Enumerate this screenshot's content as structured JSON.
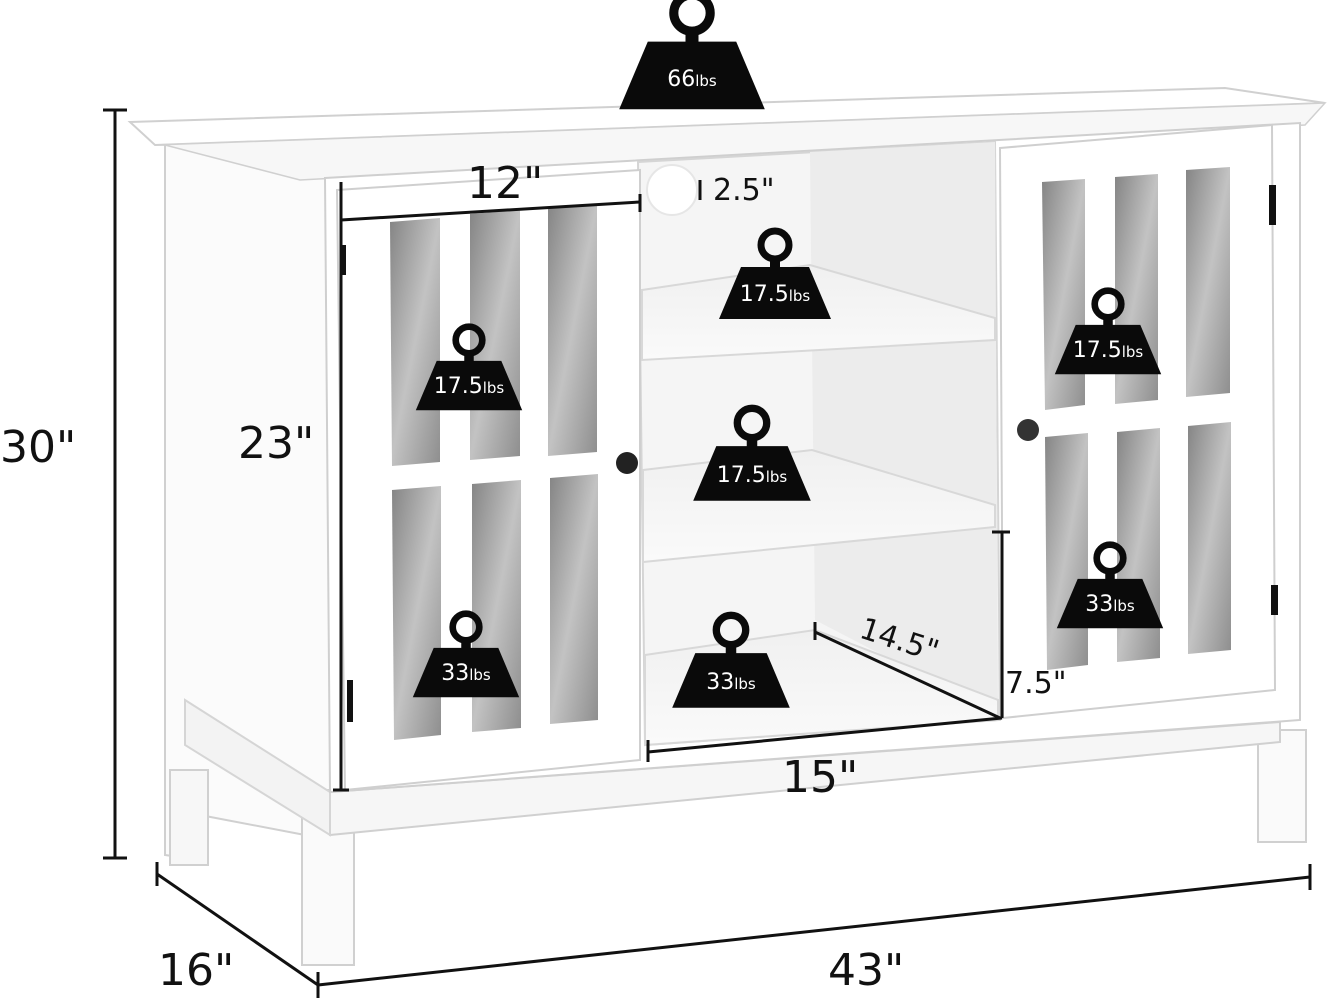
{
  "dimensions": {
    "height_total": "30\"",
    "height_cabinet": "23\"",
    "width_total": "43\"",
    "depth_total": "16\"",
    "cabinet_width": "12\"",
    "cable_hole": "2.5\"",
    "shelf_width": "15\"",
    "shelf_depth": "14.5\"",
    "shelf_height": "7.5\""
  },
  "weights": {
    "top": {
      "num": "66",
      "unit": "lbs"
    },
    "shelf_top": {
      "num": "17.5",
      "unit": "lbs"
    },
    "shelf_middle": {
      "num": "17.5",
      "unit": "lbs"
    },
    "shelf_bottom": {
      "num": "33",
      "unit": "lbs"
    },
    "left_upper": {
      "num": "17.5",
      "unit": "lbs"
    },
    "left_lower": {
      "num": "33",
      "unit": "lbs"
    },
    "right_upper": {
      "num": "17.5",
      "unit": "lbs"
    },
    "right_lower": {
      "num": "33",
      "unit": "lbs"
    }
  },
  "colors": {
    "furniture": "#ffffff",
    "outline": "#d8d8d8",
    "glass": "#8a8a8a",
    "weight": "#0a0a0a",
    "dimension_line": "#111111"
  }
}
